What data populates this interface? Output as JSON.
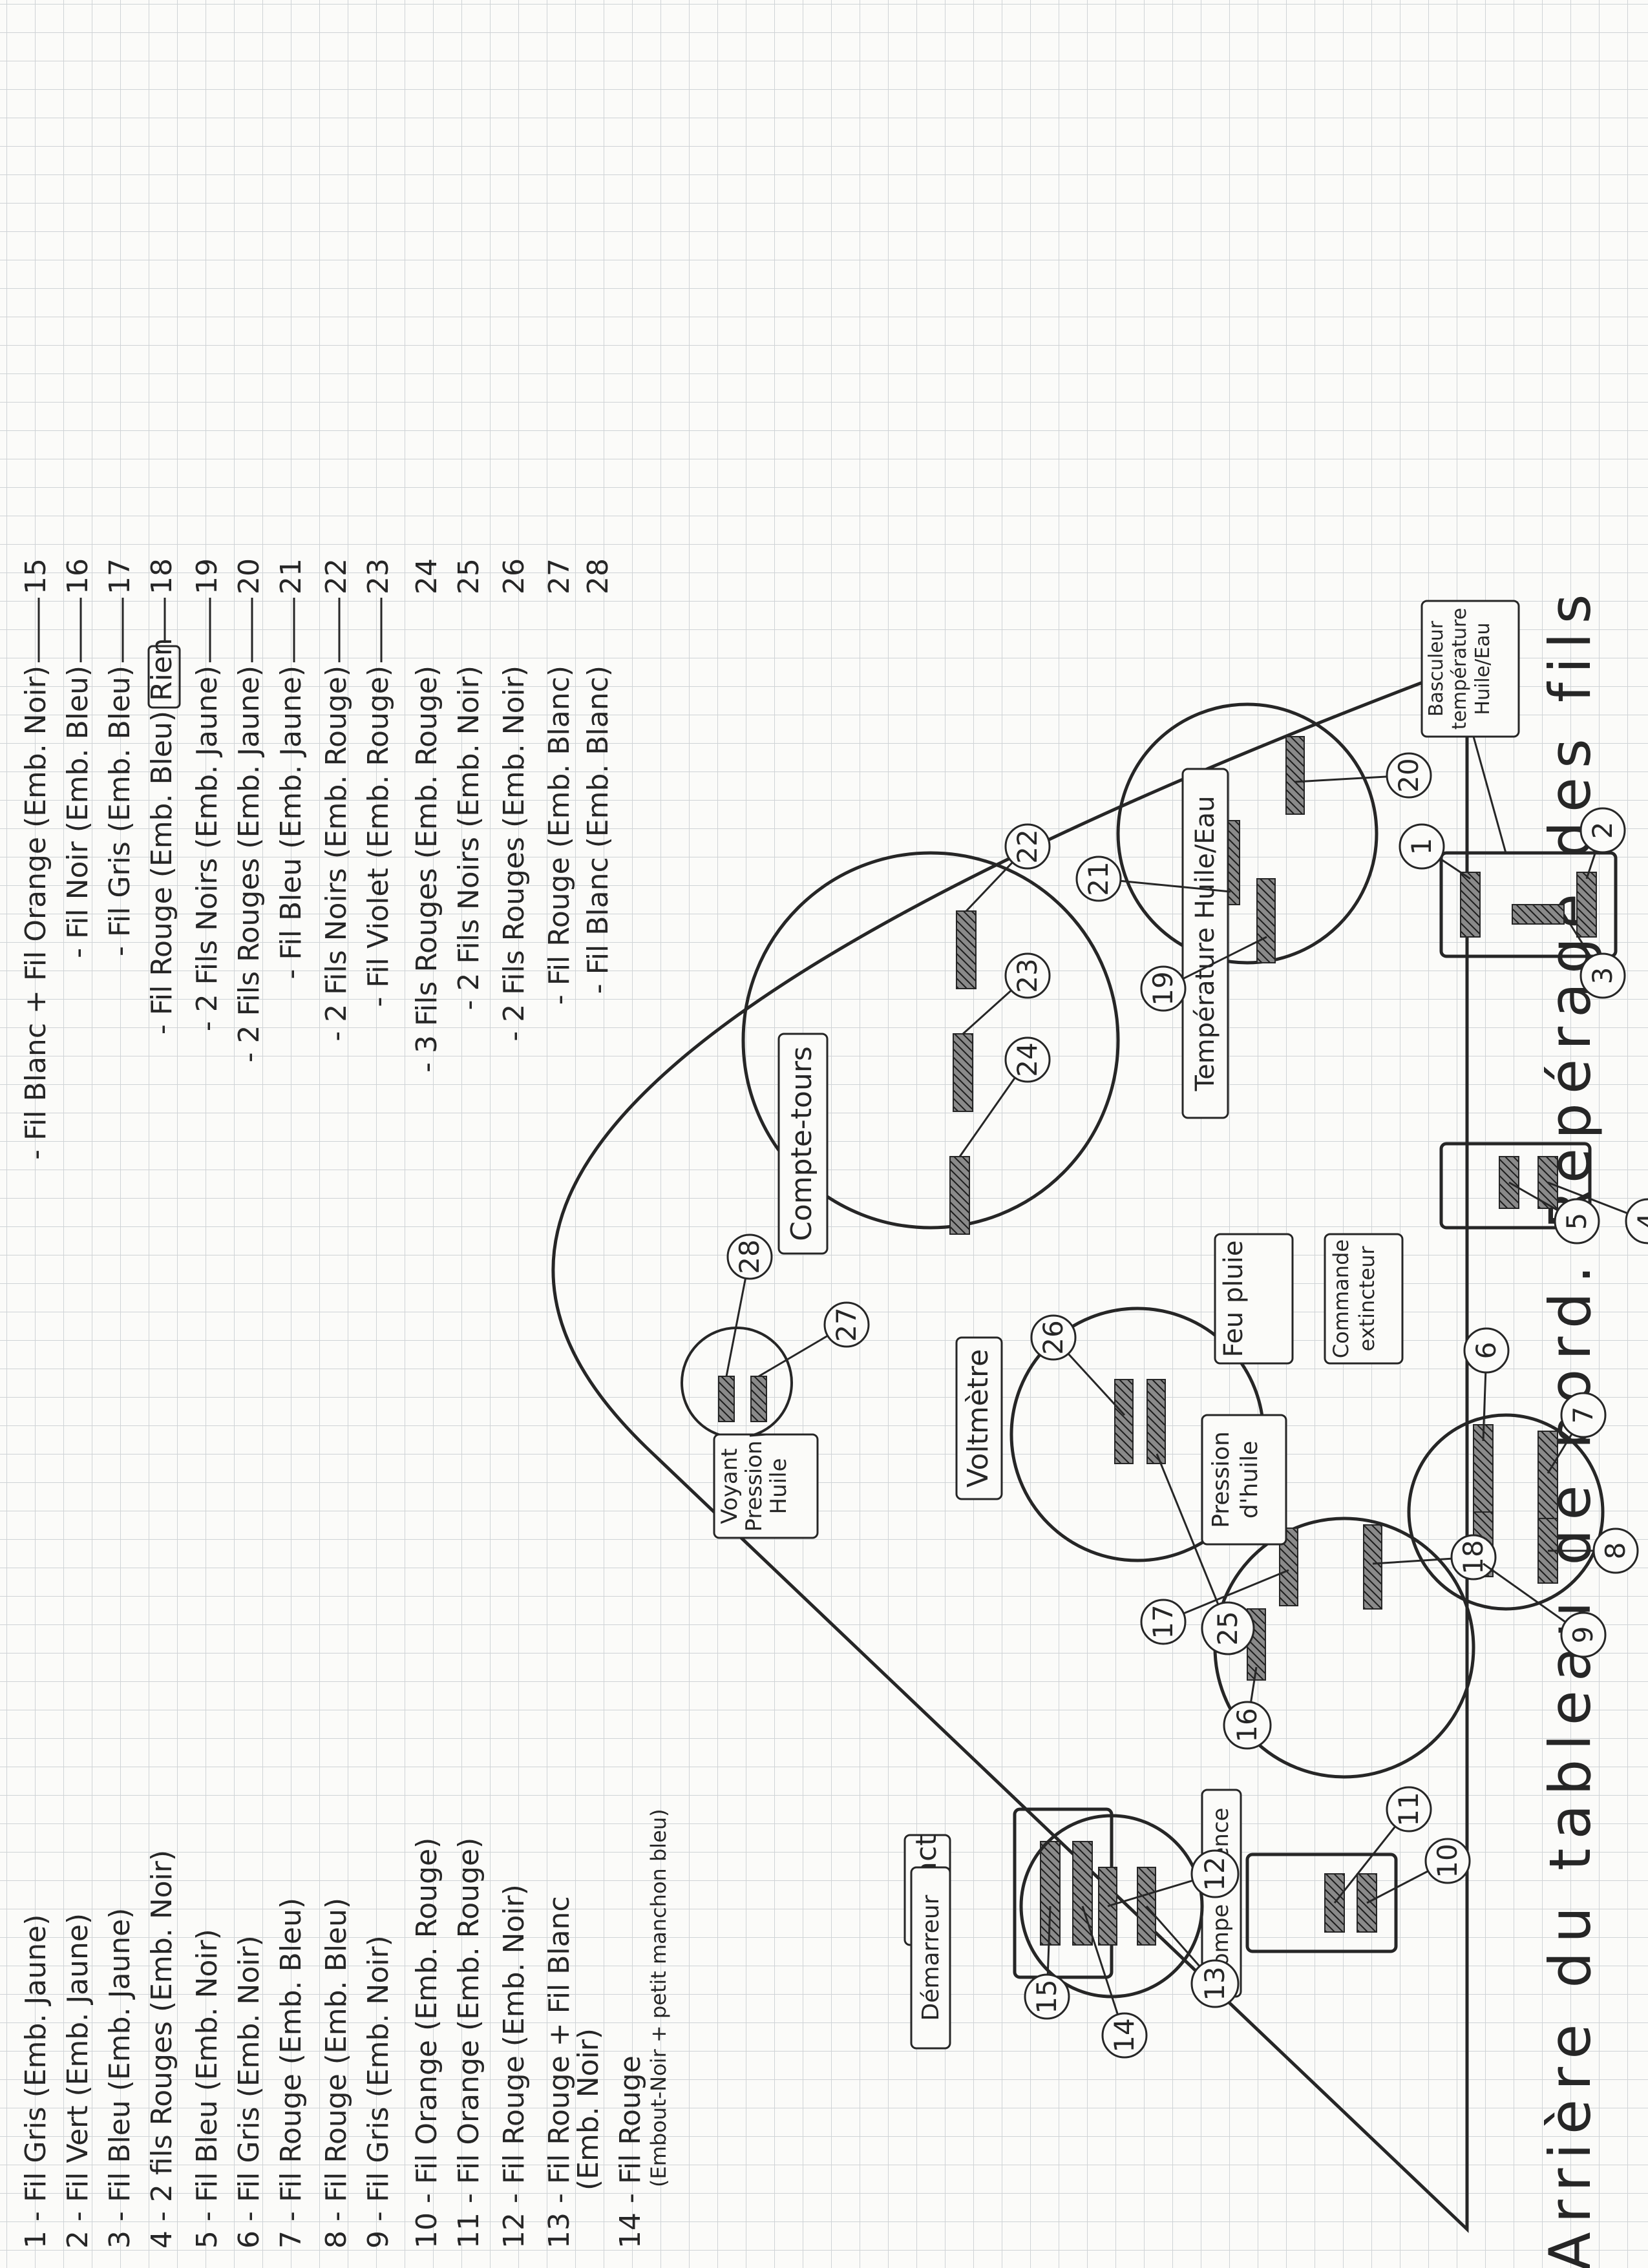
{
  "title": "Arrière du tableau de bord.  Repérage des fils",
  "legend_left": [
    "1 - Fil Gris (Emb. Jaune)",
    "2 - Fil Vert (Emb. Jaune)",
    "3 - Fil Bleu (Emb. Jaune)",
    "4 - 2 fils Rouges (Emb. Noir)",
    "5 - Fil Bleu (Emb. Noir)",
    "6 - Fil Gris (Emb. Noir)",
    "7 - Fil Rouge (Emb. Bleu)",
    "8 - Fil Rouge (Emb. Bleu)",
    "9 - Fil Gris (Emb. Noir)",
    "10 - Fil Orange (Emb. Rouge)",
    "11 - Fil Orange (Emb. Rouge)",
    "12 - Fil Rouge (Emb. Noir)",
    "13 - Fil Rouge + Fil Blanc",
    "(Emb. Noir)",
    "14 - Fil Rouge",
    "(Embout-Noir + petit manchon bleu)"
  ],
  "legend_right": [
    {
      "text": "- Fil Blanc + Fil Orange (Emb. Noir)",
      "num": "15"
    },
    {
      "text": "- Fil Noir (Emb. Bleu)",
      "num": "16"
    },
    {
      "text": "- Fil Gris (Emb. Bleu)",
      "num": "17"
    },
    {
      "text": "- Fil Rouge (Emb. Bleu)",
      "note": "Rien",
      "num": "18"
    },
    {
      "text": "- 2 Fils Noirs (Emb. Jaune)",
      "num": "19"
    },
    {
      "text": "- 2 Fils Rouges (Emb. Jaune)",
      "num": "20"
    },
    {
      "text": "- Fil Bleu (Emb. Jaune)",
      "num": "21"
    },
    {
      "text": "- 2 Fils Noirs (Emb. Rouge)",
      "num": "22"
    },
    {
      "text": "- Fil Violet (Emb. Rouge)",
      "num": "23"
    },
    {
      "text": "- 3 Fils Rouges (Emb. Rouge)",
      "num": "24"
    },
    {
      "text": "- 2 Fils Noirs (Emb. Noir)",
      "num": "25"
    },
    {
      "text": "- 2 Fils Rouges (Emb. Noir)",
      "num": "26"
    },
    {
      "text": "- Fil Rouge (Emb. Blanc)",
      "num": "27"
    },
    {
      "text": "- Fil Blanc (Emb. Blanc)",
      "num": "28"
    }
  ],
  "components": {
    "voyant": "Voyant Pression Huile",
    "compte_tours": "Compte-tours",
    "temperature": "Température Huile/Eau",
    "basculeur": "Basculeur température Huile/Eau",
    "feu_pluie": "Feu pluie",
    "commande": "Commande extincteur",
    "pression": "Pression d'huile",
    "voltmetre": "Voltmètre",
    "contact": "Contact",
    "pompe": "Pompe essence",
    "demarreur": "Démarreur"
  },
  "colors": {
    "ink": "#262626",
    "grid": "#cfd3d6",
    "paper": "#fbfbf9"
  }
}
